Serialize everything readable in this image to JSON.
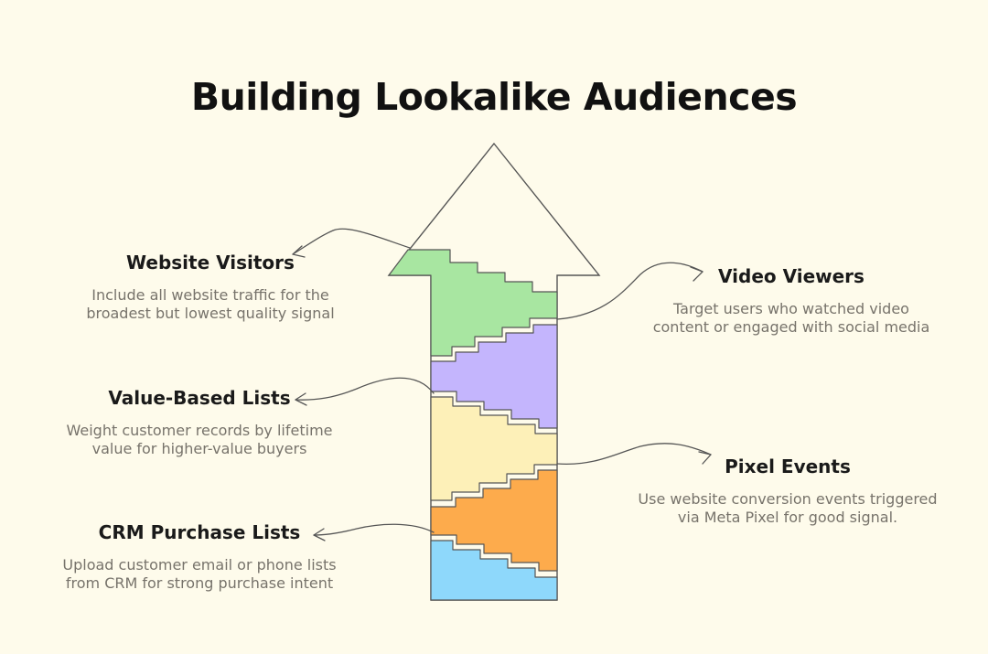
{
  "title": "Building Lookalike Audiences",
  "colors": {
    "background": "#fefbeb",
    "outline": "#555555",
    "website_visitors": "#a8e6a1",
    "video_viewers": "#c4b5fd",
    "value_based_lists": "#fdf0b8",
    "pixel_events": "#fdab4c",
    "crm_purchase_lists": "#8ed8fb"
  },
  "stages": [
    {
      "title": "Website Visitors",
      "description_lines": [
        "Include all website traffic for the",
        "broadest but lowest quality signal"
      ]
    },
    {
      "title": "Video Viewers",
      "description_lines": [
        "Target users who watched video",
        "content or engaged with social media"
      ]
    },
    {
      "title": "Value-Based Lists",
      "description_lines": [
        "Weight customer records by lifetime",
        "value for higher-value buyers"
      ]
    },
    {
      "title": "Pixel Events",
      "description_lines": [
        "Use website conversion events triggered",
        "via Meta Pixel for good signal."
      ]
    },
    {
      "title": "CRM Purchase Lists",
      "description_lines": [
        "Upload customer email or phone lists",
        "from CRM for strong purchase intent"
      ]
    }
  ]
}
